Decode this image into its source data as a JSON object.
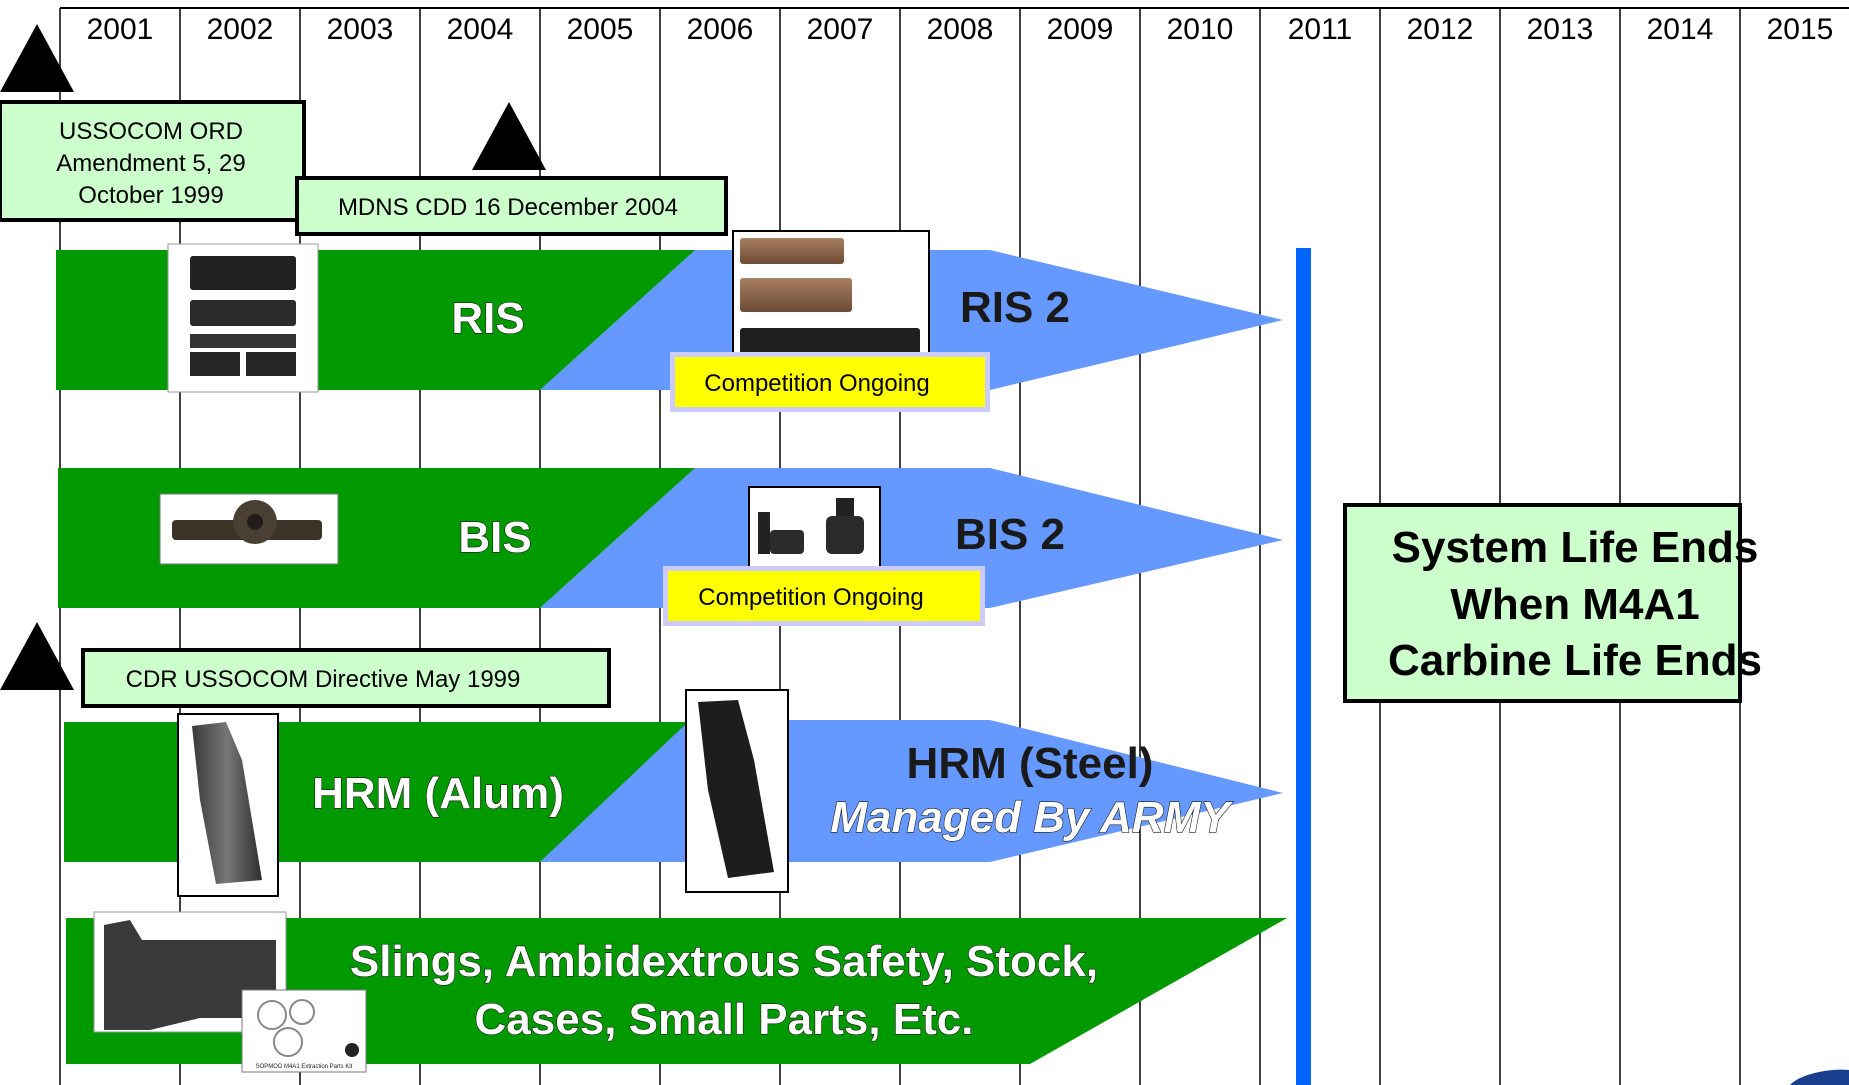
{
  "timeline": {
    "years": [
      "2001",
      "2002",
      "2003",
      "2004",
      "2005",
      "2006",
      "2007",
      "2008",
      "2009",
      "2010",
      "2011",
      "2012",
      "2013",
      "2014",
      "2015"
    ]
  },
  "milestones": {
    "ord": "USSOCOM ORD Amendment 5, 29 October 1999",
    "ord_lines": [
      "USSOCOM ORD",
      "Amendment 5, 29",
      "October 1999"
    ],
    "mdns": "MDNS CDD 16 December 2004",
    "cdr": "CDR USSOCOM Directive May 1999"
  },
  "programs": {
    "ris": {
      "current": "RIS",
      "next": "RIS 2",
      "status": "Competition Ongoing"
    },
    "bis": {
      "current": "BIS",
      "next": "BIS 2",
      "status": "Competition Ongoing"
    },
    "hrm": {
      "current": "HRM (Alum)",
      "next_line1": "HRM (Steel)",
      "next_line2": "Managed By ARMY"
    },
    "misc": {
      "line1": "Slings, Ambidextrous Safety, Stock,",
      "line2": "Cases, Small Parts, Etc."
    }
  },
  "images": {
    "parts_kit_caption": "SOPMOD M4A1 Extraction Parts Kit"
  },
  "end_of_life": {
    "lines": [
      "System Life Ends",
      "When M4A1",
      "Carbine Life Ends"
    ]
  },
  "colors": {
    "green": "#009900",
    "blue": "#6699ff",
    "life_line": "#0066ff",
    "box_fill": "#ccffcc",
    "status_fill": "#ffff00"
  }
}
